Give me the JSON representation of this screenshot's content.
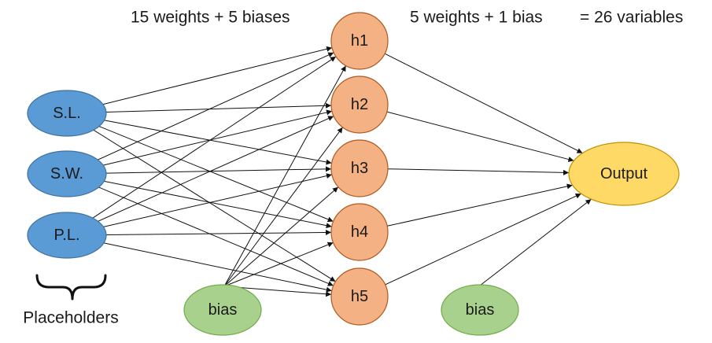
{
  "colors": {
    "input_fill": "#5b9bd5",
    "input_stroke": "#41719c",
    "hidden_fill": "#f4b183",
    "hidden_stroke": "#ae5a21",
    "bias_fill": "#a9d18e",
    "bias_stroke": "#70ad47",
    "output_fill": "#ffd966",
    "output_stroke": "#bf9000",
    "edge": "#111111"
  },
  "annotations": {
    "hidden_layer_params": "15 weights + 5 biases",
    "output_layer_params": "5 weights + 1 bias",
    "total": "= 26 variables",
    "input_group": "Placeholders"
  },
  "nodes": {
    "inputs": [
      {
        "id": "sl",
        "label": "S.L."
      },
      {
        "id": "sw",
        "label": "S.W."
      },
      {
        "id": "pl",
        "label": "P.L."
      }
    ],
    "hidden": [
      {
        "id": "h1",
        "label": "h1"
      },
      {
        "id": "h2",
        "label": "h2"
      },
      {
        "id": "h3",
        "label": "h3"
      },
      {
        "id": "h4",
        "label": "h4"
      },
      {
        "id": "h5",
        "label": "h5"
      }
    ],
    "hidden_bias": {
      "id": "bias1",
      "label": "bias"
    },
    "output_bias": {
      "id": "bias2",
      "label": "bias"
    },
    "output": {
      "id": "out",
      "label": "Output"
    }
  },
  "edges": [
    {
      "from": "sl",
      "to": "h1"
    },
    {
      "from": "sl",
      "to": "h2"
    },
    {
      "from": "sl",
      "to": "h3"
    },
    {
      "from": "sl",
      "to": "h4"
    },
    {
      "from": "sl",
      "to": "h5"
    },
    {
      "from": "sw",
      "to": "h1"
    },
    {
      "from": "sw",
      "to": "h2"
    },
    {
      "from": "sw",
      "to": "h3"
    },
    {
      "from": "sw",
      "to": "h4"
    },
    {
      "from": "sw",
      "to": "h5"
    },
    {
      "from": "pl",
      "to": "h1"
    },
    {
      "from": "pl",
      "to": "h2"
    },
    {
      "from": "pl",
      "to": "h3"
    },
    {
      "from": "pl",
      "to": "h4"
    },
    {
      "from": "pl",
      "to": "h5"
    },
    {
      "from": "bias1",
      "to": "h1"
    },
    {
      "from": "bias1",
      "to": "h2"
    },
    {
      "from": "bias1",
      "to": "h3"
    },
    {
      "from": "bias1",
      "to": "h4"
    },
    {
      "from": "bias1",
      "to": "h5"
    },
    {
      "from": "h1",
      "to": "out"
    },
    {
      "from": "h2",
      "to": "out"
    },
    {
      "from": "h3",
      "to": "out"
    },
    {
      "from": "h4",
      "to": "out"
    },
    {
      "from": "h5",
      "to": "out"
    },
    {
      "from": "bias2",
      "to": "out"
    }
  ]
}
